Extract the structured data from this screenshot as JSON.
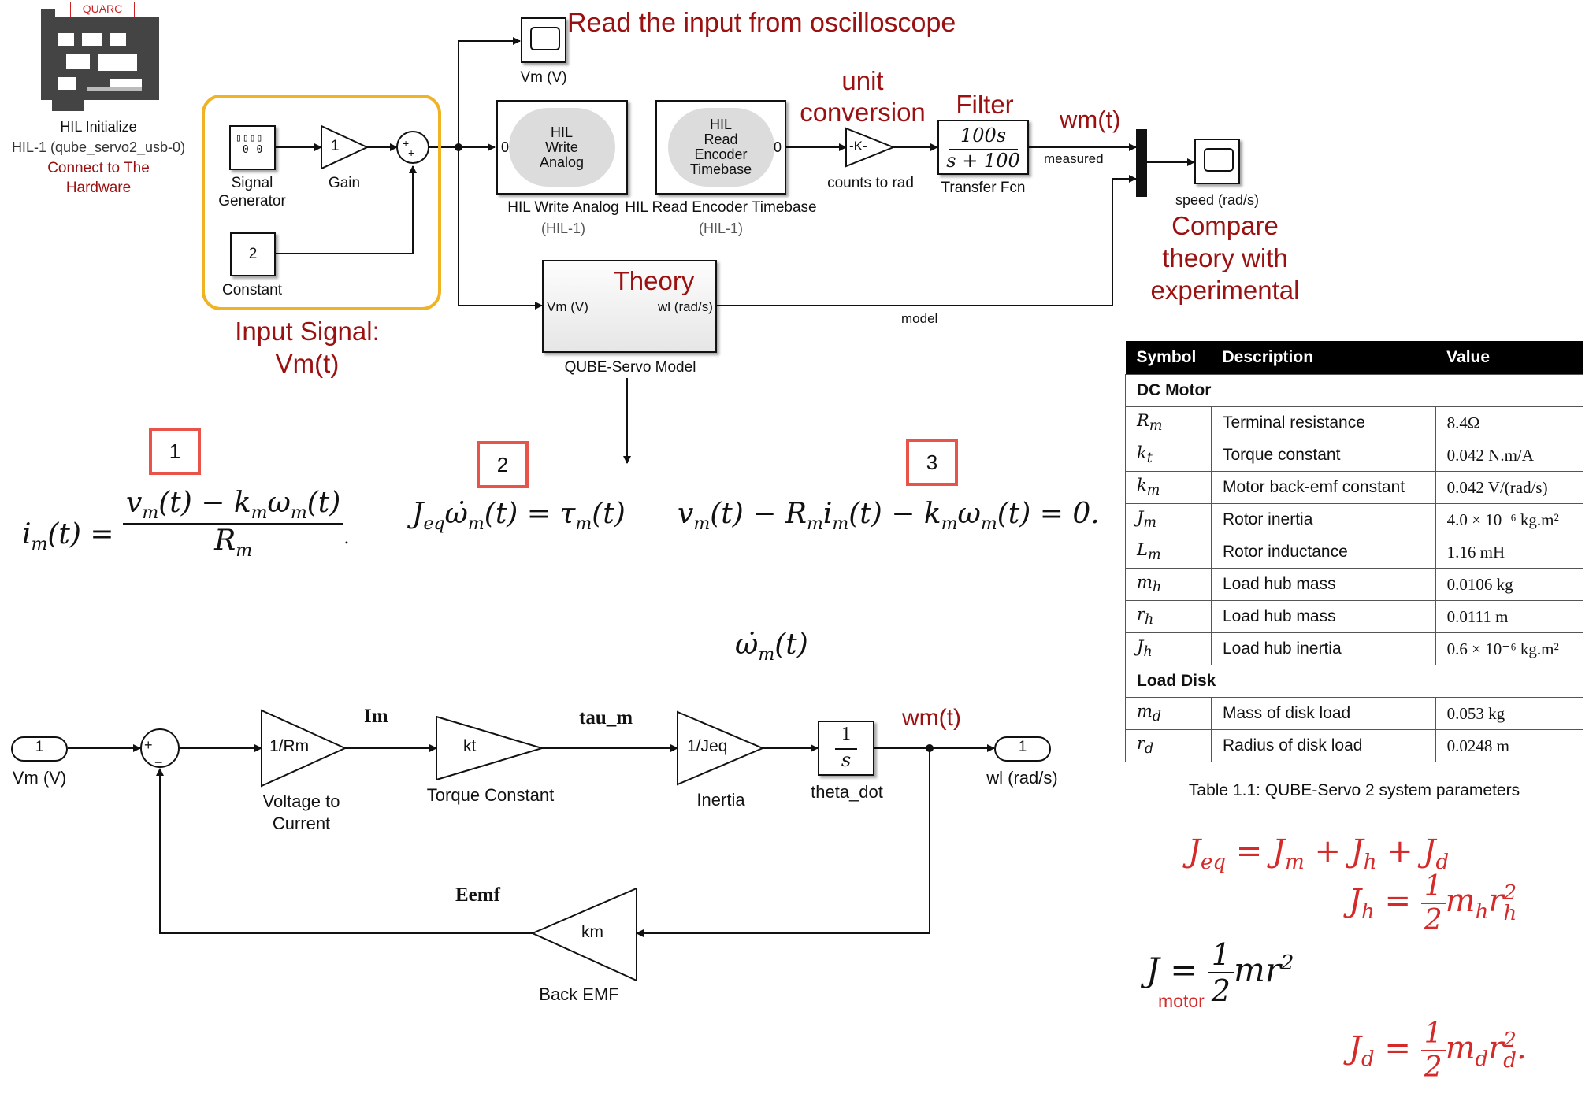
{
  "hil_init": {
    "quarc": "QUARC",
    "title": "HIL Initialize",
    "board": "HIL-1 (qube_servo2_usb-0)",
    "note1": "Connect to The",
    "note2": "Hardware"
  },
  "top": {
    "read_input_note": "Read the input from oscilloscope",
    "scope_vm": "Vm (V)",
    "signal_gen_1": "Signal",
    "signal_gen_2": "Generator",
    "gain_value": "1",
    "gain_label": "Gain",
    "constant_value": "2",
    "constant_label": "Constant",
    "input_signal_1": "Input Signal:",
    "input_signal_2": "Vm(t)",
    "hil_write_inner": [
      "HIL",
      "Write",
      "Analog"
    ],
    "hil_write_port": "0",
    "hil_write_label": "HIL Write Analog",
    "hil_write_sub": "(HIL-1)",
    "hil_read_inner": [
      "HIL",
      "Read",
      "Encoder",
      "Timebase"
    ],
    "hil_read_port": "0",
    "hil_read_label": "HIL Read Encoder Timebase",
    "hil_read_sub": "(HIL-1)",
    "unit_conv_1": "unit",
    "unit_conv_2": "conversion",
    "k_block": "-K-",
    "k_label": "counts to rad",
    "filter_note": "Filter",
    "tf_num": "100s",
    "tf_den": "s + 100",
    "tf_label": "Transfer Fcn",
    "wm_note": "wm(t)",
    "measured": "measured",
    "speed_label": "speed (rad/s)",
    "compare_1": "Compare",
    "compare_2": "theory with",
    "compare_3": "experimental",
    "theory_note": "Theory",
    "model_in": "Vm (V)",
    "model_out": "wl (rad/s)",
    "model_label": "QUBE-Servo Model",
    "model_signal": "model"
  },
  "equations": {
    "box1": "1",
    "box2": "2",
    "box3": "3",
    "eq1_lhs": "i",
    "eq1_lhs_sub": "m",
    "eq1_t": "(t) =",
    "eq1_num": "v",
    "eq1_num_sub": "m",
    "eq1_num_rest1": "(t) − k",
    "eq1_num_sub2": "m",
    "eq1_num_rest2": "ω",
    "eq1_num_sub3": "m",
    "eq1_num_rest3": "(t)",
    "eq1_den": "R",
    "eq1_den_sub": "m",
    "eq1_dot": ".",
    "eq2_a": "J",
    "eq2_a_sub": "eq",
    "eq2_b": "ω̇",
    "eq2_b_sub": "m",
    "eq2_c": "(t) = τ",
    "eq2_c_sub": "m",
    "eq2_d": "(t)",
    "eq3_a": "v",
    "eq3_a_sub": "m",
    "eq3_b": "(t) − R",
    "eq3_b_sub": "m",
    "eq3_c": "i",
    "eq3_c_sub": "m",
    "eq3_d": "(t) − k",
    "eq3_d_sub": "m",
    "eq3_e": "ω",
    "eq3_e_sub": "m",
    "eq3_f": "(t) = 0.",
    "omega_dot": "ω̇",
    "omega_dot_sub": "m",
    "omega_dot_t": "(t)"
  },
  "bottom": {
    "in_port": "1",
    "in_label": "Vm (V)",
    "sum_plus": "+",
    "sum_minus": "−",
    "g1": "1/Rm",
    "g1_label_1": "Voltage to",
    "g1_label_2": "Current",
    "im": "Im",
    "g2": "kt",
    "g2_label": "Torque Constant",
    "tau": "tau_m",
    "g3": "1/Jeq",
    "g3_label": "Inertia",
    "int_num": "1",
    "int_den": "s",
    "int_label": "theta_dot",
    "wm": "wm(t)",
    "out_port": "1",
    "out_label": "wl (rad/s)",
    "eemf": "Eemf",
    "g4": "km",
    "g4_label": "Back EMF"
  },
  "table": {
    "headers": [
      "Symbol",
      "Description",
      "Value"
    ],
    "section1": "DC Motor",
    "rows1": [
      {
        "sym": "R",
        "sub": "m",
        "desc": "Terminal resistance",
        "val": "8.4Ω"
      },
      {
        "sym": "k",
        "sub": "t",
        "desc": "Torque constant",
        "val": "0.042 N.m/A"
      },
      {
        "sym": "k",
        "sub": "m",
        "desc": "Motor back-emf constant",
        "val": "0.042 V/(rad/s)"
      },
      {
        "sym": "J",
        "sub": "m",
        "desc": "Rotor inertia",
        "val": "4.0 × 10⁻⁶ kg.m²"
      },
      {
        "sym": "L",
        "sub": "m",
        "desc": "Rotor inductance",
        "val": "1.16 mH"
      },
      {
        "sym": "m",
        "sub": "h",
        "desc": "Load hub mass",
        "val": "0.0106 kg"
      },
      {
        "sym": "r",
        "sub": "h",
        "desc": "Load hub mass",
        "val": "0.0111 m"
      },
      {
        "sym": "J",
        "sub": "h",
        "desc": "Load hub inertia",
        "val": "0.6 × 10⁻⁶ kg.m²"
      }
    ],
    "section2": "Load Disk",
    "rows2": [
      {
        "sym": "m",
        "sub": "d",
        "desc": "Mass of disk load",
        "val": "0.053 kg"
      },
      {
        "sym": "r",
        "sub": "d",
        "desc": "Radius of disk load",
        "val": "0.0248 m"
      }
    ],
    "caption": "Table 1.1: QUBE-Servo 2 system parameters"
  },
  "inertia_eqs": {
    "jeq": "J",
    "jeq_sub": "eq",
    "jeq_rest": "= J",
    "jeq_m": "m",
    "jeq_plus1": "+ J",
    "jeq_h": "h",
    "jeq_plus2": "+ J",
    "jeq_d": "d",
    "jh": "J",
    "jh_sub": "h",
    "half_num": "1",
    "half_den": "2",
    "jh_rest": "m",
    "jh_rest_sub": "h",
    "jh_r": "r",
    "jh_r_sub": "h",
    "sq": "2",
    "jmotor": "J",
    "jmotor_sub": "motor",
    "jmotor_rest": "mr",
    "jd": "J",
    "jd_sub": "d",
    "jd_rest": "m",
    "jd_rest_sub": "d",
    "jd_r": "r",
    "jd_r_sub": "d",
    "jd_dot": "."
  },
  "colors": {
    "red_note": "#9b1111",
    "orange_box": "#f0b323",
    "num_box": "#e8544a",
    "eq_red": "#d42a2a"
  }
}
